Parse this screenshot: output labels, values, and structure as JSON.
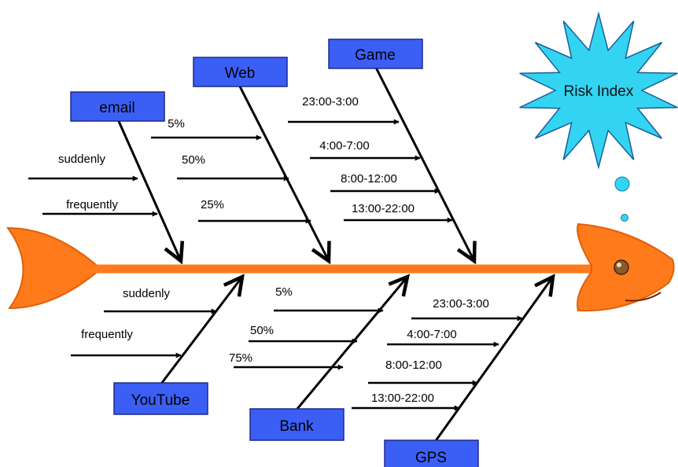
{
  "colors": {
    "spine": "#ff7a1a",
    "fish_body": "#ff7a1a",
    "fish_outline": "#e0600a",
    "box_fill": "#3b5ff5",
    "box_border": "#1c2a8a",
    "star_fill": "#33d4f2",
    "star_border": "#1a5f99",
    "bubble": "#33d4f2",
    "arrow": "#000000"
  },
  "risk_index": {
    "label": "Risk Index",
    "icon": "speech-starburst"
  },
  "categories": {
    "email": {
      "label": "email",
      "causes": [
        "suddenly",
        "frequently"
      ]
    },
    "web": {
      "label": "Web",
      "causes": [
        "5%",
        "50%",
        "25%"
      ]
    },
    "game": {
      "label": "Game",
      "causes": [
        "23:00-3:00",
        "4:00-7:00",
        "8:00-12:00",
        "13:00-22:00"
      ]
    },
    "youtube": {
      "label": "YouTube",
      "causes": [
        "suddenly",
        "frequently"
      ]
    },
    "bank": {
      "label": "Bank",
      "causes": [
        "5%",
        "50%",
        "75%"
      ]
    },
    "gps": {
      "label": "GPS",
      "causes": [
        "23:00-3:00",
        "4:00-7:00",
        "8:00-12:00",
        "13:00-22:00"
      ]
    }
  }
}
